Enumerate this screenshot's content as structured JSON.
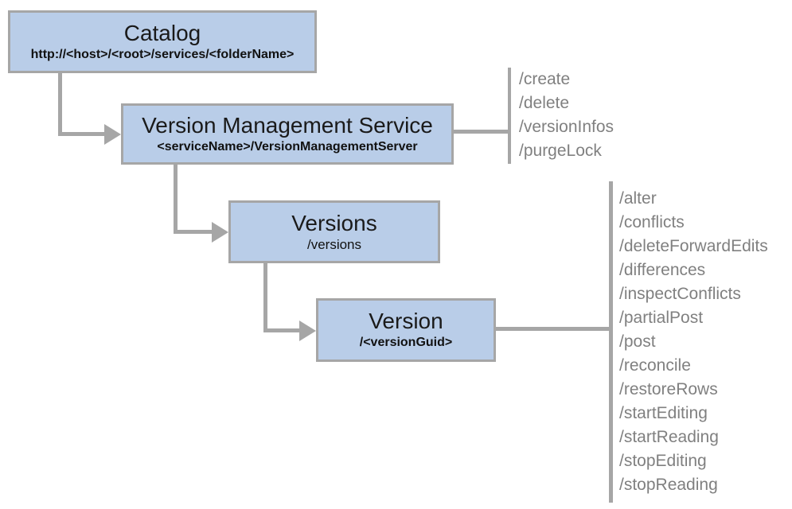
{
  "diagram": {
    "boxes": [
      {
        "title": "Catalog",
        "subtitle": "http://<host>/<root>/services/<folderName>"
      },
      {
        "title": "Version Management Service",
        "subtitle": "<serviceName>/VersionManagementServer"
      },
      {
        "title": "Versions",
        "subtitle": "/versions"
      },
      {
        "title": "Version",
        "subtitle": "/<versionGuid>"
      }
    ],
    "vms_operations": [
      "/create",
      "/delete",
      "/versionInfos",
      "/purgeLock"
    ],
    "version_operations": [
      "/alter",
      "/conflicts",
      "/deleteForwardEdits",
      "/differences",
      "/inspectConflicts",
      "/partialPost",
      "/post",
      "/reconcile",
      "/restoreRows",
      "/startEditing",
      "/startReading",
      "/stopEditing",
      "/stopReading"
    ],
    "colors": {
      "box_fill": "#b9cde8",
      "box_border": "#a6a6a6",
      "connector": "#a6a6a6",
      "operation_text": "#808080",
      "title_text": "#1a1a1a"
    }
  }
}
